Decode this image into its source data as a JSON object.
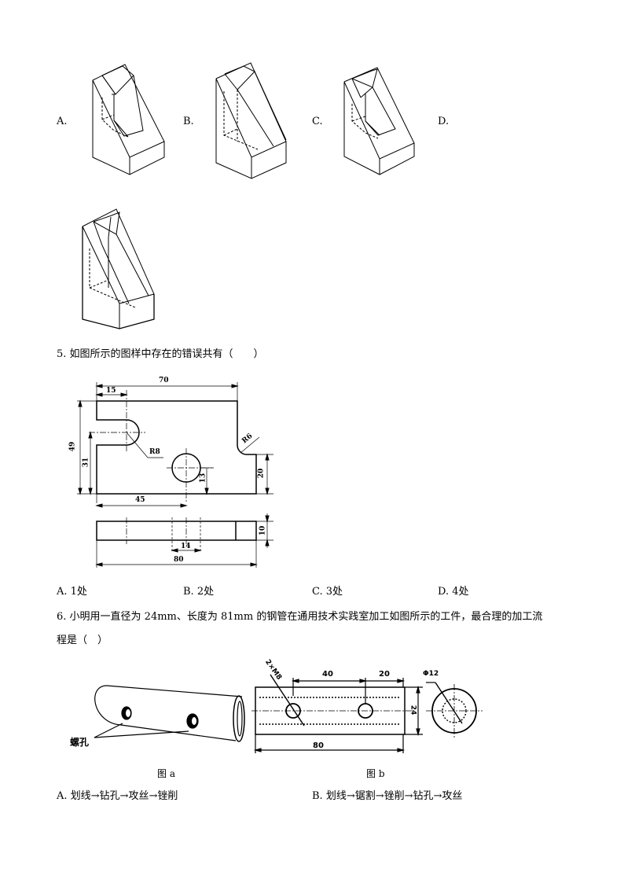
{
  "q4": {
    "options": [
      {
        "label": "A."
      },
      {
        "label": "B."
      },
      {
        "label": "C."
      },
      {
        "label": "D."
      }
    ]
  },
  "q5": {
    "question": "5. 如图所示的图样中存在的错误共有（　　）",
    "drawing": {
      "dims": {
        "d70": "70",
        "d15": "15",
        "d49": "49",
        "d31": "31",
        "r8": "R8",
        "r6": "R6",
        "d13": "13",
        "d20": "20",
        "d45": "45",
        "d14": "14",
        "d80": "80",
        "d10": "10"
      }
    },
    "options": [
      {
        "label": "A. 1处"
      },
      {
        "label": "B. 2处"
      },
      {
        "label": "C. 3处"
      },
      {
        "label": "D. 4处"
      }
    ]
  },
  "q6": {
    "question_line1": "6. 小明用一直径为 24mm、长度为 81mm 的钢管在通用技术实践室加工如图所示的工件，最合理的加工流",
    "question_line2": "程是（　）",
    "fig_a": {
      "callout": "螺孔",
      "caption": "图 a"
    },
    "fig_b": {
      "caption": "图 b",
      "dims": {
        "thread": "2×M8",
        "d40": "40",
        "d20": "20",
        "d24": "24",
        "d80": "80",
        "phi12": "Φ12"
      }
    },
    "options": [
      {
        "label": "A.  划线→钻孔→攻丝→锉削"
      },
      {
        "label": "B.  划线→锯割→锉削→钻孔→攻丝"
      }
    ]
  }
}
